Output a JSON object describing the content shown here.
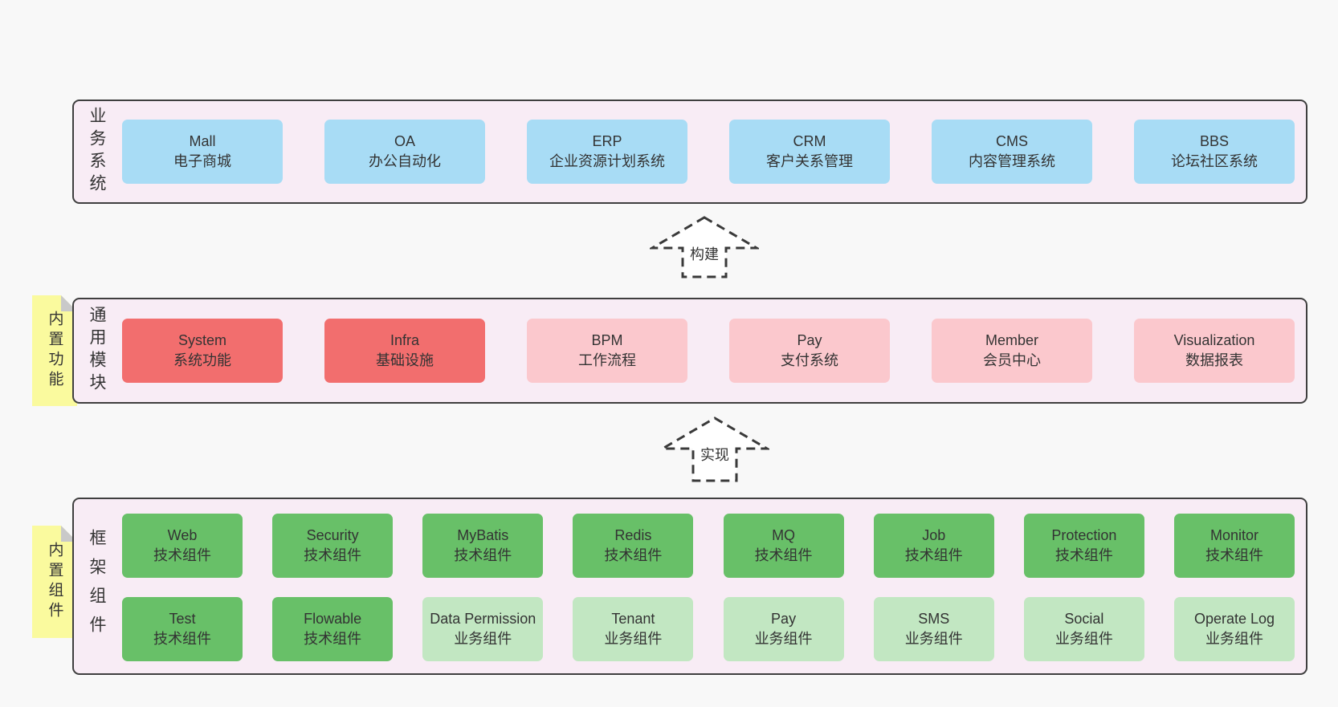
{
  "colors": {
    "page_bg": "#f8f8f8",
    "band_bg": "#f8ecf5",
    "band_border": "#3f3f3f",
    "box_blue": "#a8dcf5",
    "box_red": "#f26e6e",
    "box_pink": "#fbc8cd",
    "box_green": "#68c068",
    "box_lightgreen": "#c2e7c2",
    "note_yellow": "#fafa9e",
    "note_fold": "#c9c9c9",
    "text": "#333333"
  },
  "notes": [
    {
      "text": "内置功能"
    },
    {
      "text": "内置组件"
    }
  ],
  "arrows": [
    {
      "label": "构建"
    },
    {
      "label": "实现"
    }
  ],
  "bands": [
    {
      "label": "业务系统",
      "boxes": [
        {
          "title": "Mall",
          "subtitle": "电子商城",
          "variant": "blue"
        },
        {
          "title": "OA",
          "subtitle": "办公自动化",
          "variant": "blue"
        },
        {
          "title": "ERP",
          "subtitle": "企业资源计划系统",
          "variant": "blue"
        },
        {
          "title": "CRM",
          "subtitle": "客户关系管理",
          "variant": "blue"
        },
        {
          "title": "CMS",
          "subtitle": "内容管理系统",
          "variant": "blue"
        },
        {
          "title": "BBS",
          "subtitle": "论坛社区系统",
          "variant": "blue"
        }
      ]
    },
    {
      "label": "通用模块",
      "boxes": [
        {
          "title": "System",
          "subtitle": "系统功能",
          "variant": "red"
        },
        {
          "title": "Infra",
          "subtitle": "基础设施",
          "variant": "red"
        },
        {
          "title": "BPM",
          "subtitle": "工作流程",
          "variant": "pink"
        },
        {
          "title": "Pay",
          "subtitle": "支付系统",
          "variant": "pink"
        },
        {
          "title": "Member",
          "subtitle": "会员中心",
          "variant": "pink"
        },
        {
          "title": "Visualization",
          "subtitle": "数据报表",
          "variant": "pink"
        }
      ]
    },
    {
      "label": "框架组件",
      "boxes": [
        {
          "title": "Web",
          "subtitle": "技术组件",
          "variant": "green"
        },
        {
          "title": "Security",
          "subtitle": "技术组件",
          "variant": "green"
        },
        {
          "title": "MyBatis",
          "subtitle": "技术组件",
          "variant": "green"
        },
        {
          "title": "Redis",
          "subtitle": "技术组件",
          "variant": "green"
        },
        {
          "title": "MQ",
          "subtitle": "技术组件",
          "variant": "green"
        },
        {
          "title": "Job",
          "subtitle": "技术组件",
          "variant": "green"
        },
        {
          "title": "Protection",
          "subtitle": "技术组件",
          "variant": "green"
        },
        {
          "title": "Monitor",
          "subtitle": "技术组件",
          "variant": "green"
        },
        {
          "title": "Test",
          "subtitle": "技术组件",
          "variant": "green"
        },
        {
          "title": "Flowable",
          "subtitle": "技术组件",
          "variant": "green"
        },
        {
          "title": "Data Permission",
          "subtitle": "业务组件",
          "variant": "lightgreen"
        },
        {
          "title": "Tenant",
          "subtitle": "业务组件",
          "variant": "lightgreen"
        },
        {
          "title": "Pay",
          "subtitle": "业务组件",
          "variant": "lightgreen"
        },
        {
          "title": "SMS",
          "subtitle": "业务组件",
          "variant": "lightgreen"
        },
        {
          "title": "Social",
          "subtitle": "业务组件",
          "variant": "lightgreen"
        },
        {
          "title": "Operate Log",
          "subtitle": "业务组件",
          "variant": "lightgreen"
        }
      ]
    }
  ]
}
